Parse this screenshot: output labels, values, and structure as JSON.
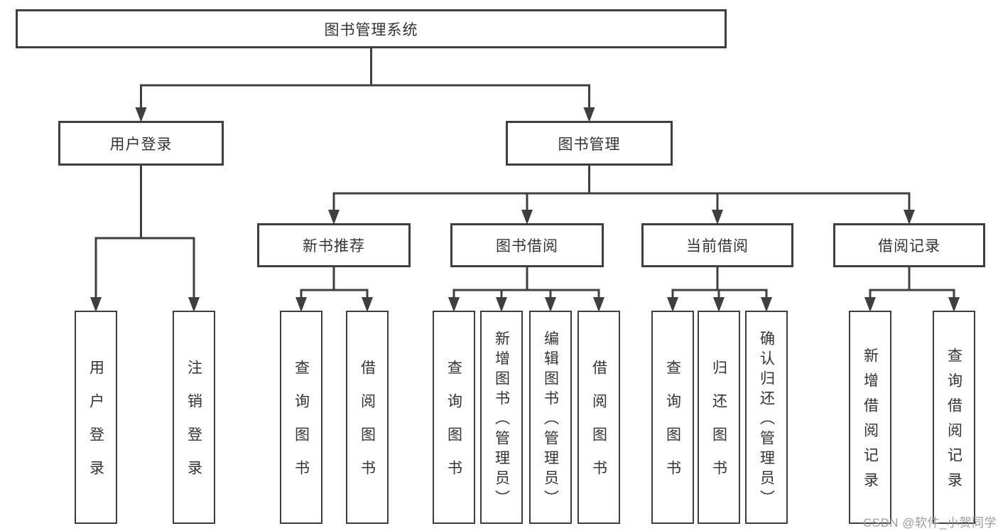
{
  "nodes": {
    "root": "图书管理系统",
    "user_login": "用户登录",
    "book_mgmt": "图书管理",
    "new_book_rec": "新书推荐",
    "book_borrow": "图书借阅",
    "current_borrow": "当前借阅",
    "borrow_records": "借阅记录",
    "leaf_user_login": "用户登录",
    "leaf_logout": "注销登录",
    "leaf_query_book_rec": "查询图书",
    "leaf_borrow_book_rec": "借阅图书",
    "leaf_query_book_borrow": "查询图书",
    "leaf_add_book": "新增图书（管理员）",
    "leaf_edit_book": "编辑图书（管理员）",
    "leaf_borrow_book": "借阅图书",
    "leaf_query_book_current": "查询图书",
    "leaf_return_book": "归还图书",
    "leaf_confirm_return": "确认归还（管理员）",
    "leaf_add_borrow_record": "新增借阅记录",
    "leaf_query_borrow_record": "查询借阅记录"
  },
  "edges": [
    {
      "parent": "root",
      "children": [
        "user_login",
        "book_mgmt"
      ]
    },
    {
      "parent": "user_login",
      "children": [
        "leaf_user_login",
        "leaf_logout"
      ]
    },
    {
      "parent": "book_mgmt",
      "children": [
        "new_book_rec",
        "book_borrow",
        "current_borrow",
        "borrow_records"
      ]
    },
    {
      "parent": "new_book_rec",
      "children": [
        "leaf_query_book_rec",
        "leaf_borrow_book_rec"
      ]
    },
    {
      "parent": "book_borrow",
      "children": [
        "leaf_query_book_borrow",
        "leaf_add_book",
        "leaf_edit_book",
        "leaf_borrow_book"
      ]
    },
    {
      "parent": "current_borrow",
      "children": [
        "leaf_query_book_current",
        "leaf_return_book",
        "leaf_confirm_return"
      ]
    },
    {
      "parent": "borrow_records",
      "children": [
        "leaf_add_borrow_record",
        "leaf_query_borrow_record"
      ]
    }
  ],
  "watermark": "CSDN @软件_小贺同学",
  "colors": {
    "line": "#3f3f3f",
    "text": "#333333",
    "watermark": "#9b9b9b"
  }
}
